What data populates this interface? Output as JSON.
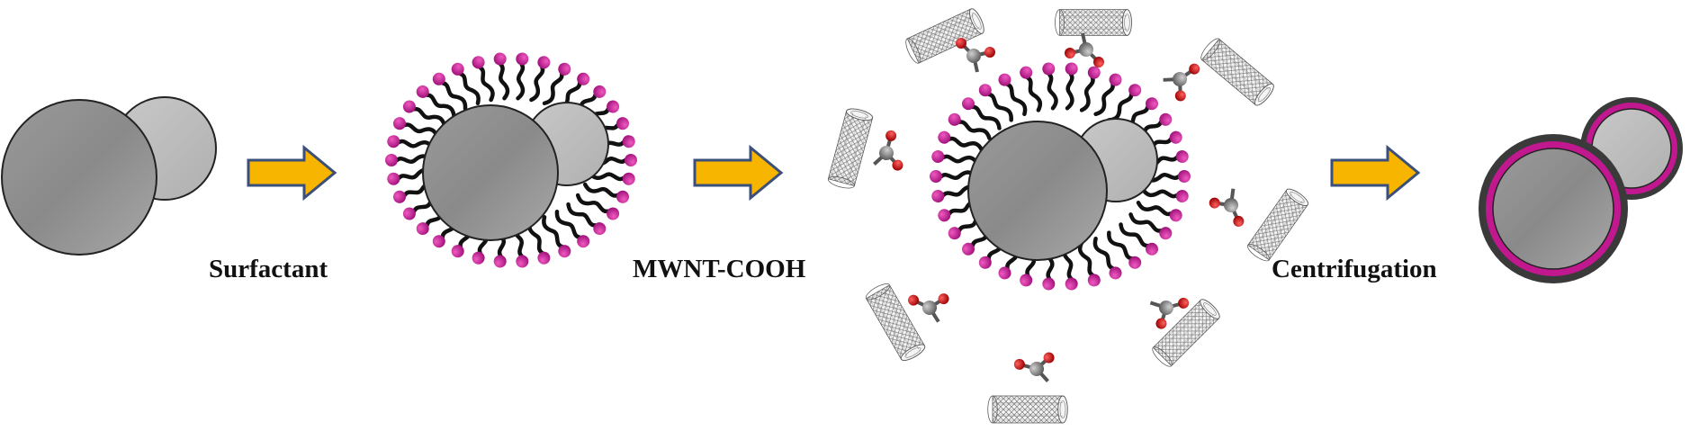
{
  "steps": {
    "surfactant_label": "Surfactant",
    "mwnt_label": "MWNT-COOH",
    "centrifugation_label": "Centrifugation"
  },
  "colors": {
    "particle_large": "#8c8c8c",
    "particle_small": "#bdbdbd",
    "arrow_fill": "#f7b500",
    "arrow_stroke": "#3b4f7a",
    "surfactant_head": "#c2188f",
    "surfactant_tail": "#111111",
    "carbon_atom": "#888888",
    "oxygen_atom": "#cc1a1a",
    "nanotube_line": "#555555",
    "shell_magenta": "#c2188f",
    "shell_dark": "#3a3a3a"
  },
  "icons": {
    "process_arrow": "right-block-arrow",
    "nanotube": "multi-wall-carbon-nanotube",
    "cooh_group": "carboxyl-ball-and-stick"
  }
}
